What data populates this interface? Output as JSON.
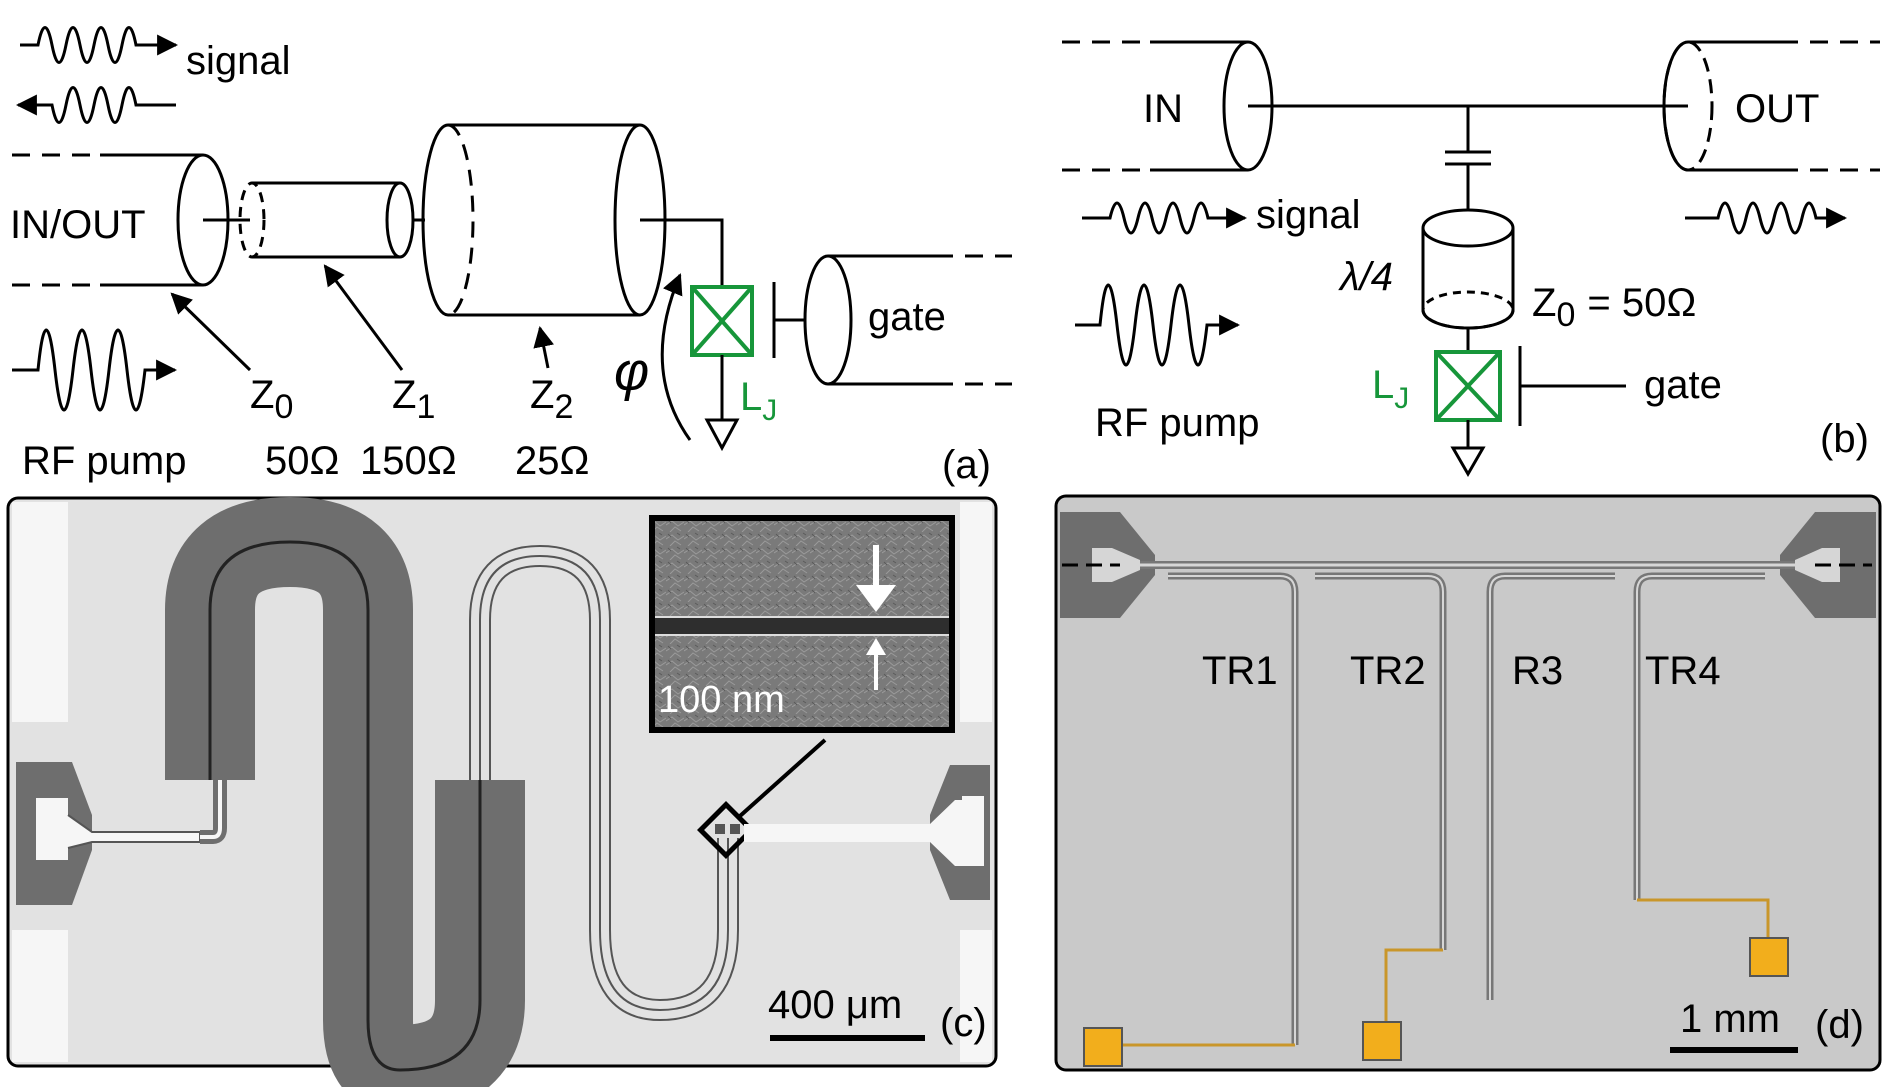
{
  "panel_a": {
    "signal": "signal",
    "in_out": "IN/OUT",
    "rf_pump": "RF pump",
    "z0": "Z",
    "z0_sub": "0",
    "z0_value": "50Ω",
    "z1": "Z",
    "z1_sub": "1",
    "z1_value": "150Ω",
    "z2": "Z",
    "z2_sub": "2",
    "z2_value": "25Ω",
    "phi": "φ",
    "lj": "L",
    "lj_sub": "J",
    "gate": "gate",
    "tag": "(a)"
  },
  "panel_b": {
    "in": "IN",
    "out": "OUT",
    "signal": "signal",
    "rf_pump": "RF pump",
    "lambda": "λ/4",
    "z0": "Z",
    "z0_sub": "0",
    "z0_value": "= 50Ω",
    "lj": "L",
    "lj_sub": "J",
    "gate": "gate",
    "tag": "(b)"
  },
  "panel_c": {
    "inset_scale": "100 nm",
    "scale": "400 μm",
    "tag": "(c)"
  },
  "panel_d": {
    "resonators": [
      "TR1",
      "TR2",
      "R3",
      "TR4"
    ],
    "scale": "1 mm",
    "tag": "(d)"
  },
  "colors": {
    "junction_green": "#17963a",
    "gold_pad": "#f2ae1c",
    "chip_gray": "#c9c9c9",
    "electrode_dark": "#6e6e6e"
  }
}
